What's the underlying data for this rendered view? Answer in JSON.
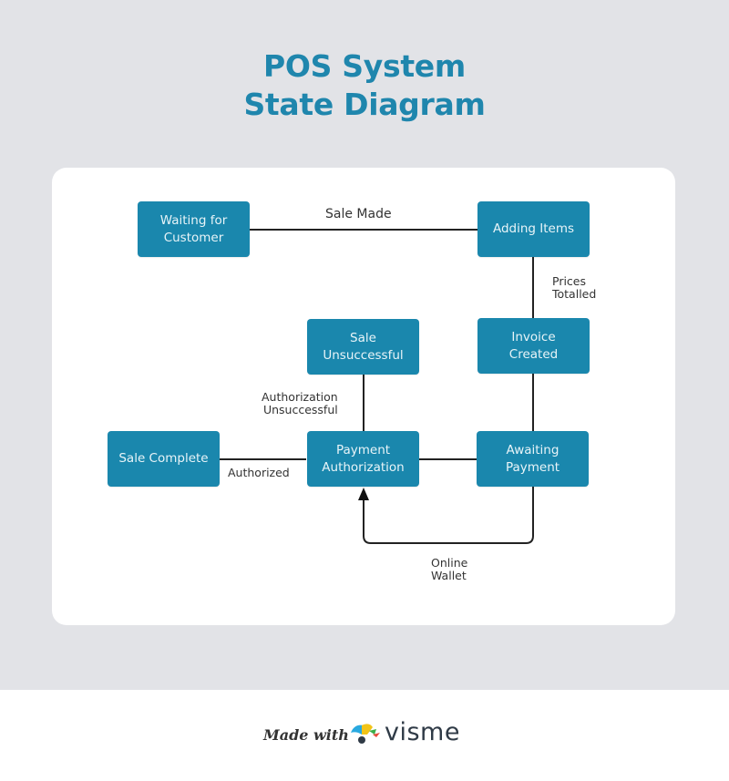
{
  "title": {
    "line1": "POS System",
    "line2": "State Diagram"
  },
  "colors": {
    "background": "#e2e3e7",
    "title": "#1f86ad",
    "node_fill": "#1a87ad",
    "node_text": "#e8f4f8",
    "connector": "#222222"
  },
  "nodes": {
    "waiting": "Waiting for\nCustomer",
    "adding": "Adding Items",
    "invoice": "Invoice\nCreated",
    "sale_unsuccessful": "Sale\nUnsuccessful",
    "sale_complete": "Sale Complete",
    "payment_auth": "Payment\nAuthorization",
    "awaiting": "Awaiting\nPayment"
  },
  "edges": [
    {
      "from": "Waiting for Customer",
      "to": "Adding Items",
      "label": "Sale Made"
    },
    {
      "from": "Adding Items",
      "to": "Invoice Created",
      "label": "Prices\nTotalled"
    },
    {
      "from": "Invoice Created",
      "to": "Awaiting Payment",
      "label": ""
    },
    {
      "from": "Awaiting Payment",
      "to": "Payment Authorization",
      "label": ""
    },
    {
      "from": "Awaiting Payment",
      "to": "Payment Authorization",
      "label": "Online\nWallet",
      "arrow": true
    },
    {
      "from": "Payment Authorization",
      "to": "Sale Unsuccessful",
      "label": "Authorization\nUnsuccessful"
    },
    {
      "from": "Payment Authorization",
      "to": "Sale Complete",
      "label": "Authorized"
    }
  ],
  "edge_labels": {
    "sale_made": "Sale Made",
    "prices_totalled": "Prices\nTotalled",
    "auth_unsuccessful": "Authorization\nUnsuccessful",
    "authorized": "Authorized",
    "online_wallet": "Online\nWallet"
  },
  "footer": {
    "made_with": "Made with",
    "brand": "visme"
  }
}
